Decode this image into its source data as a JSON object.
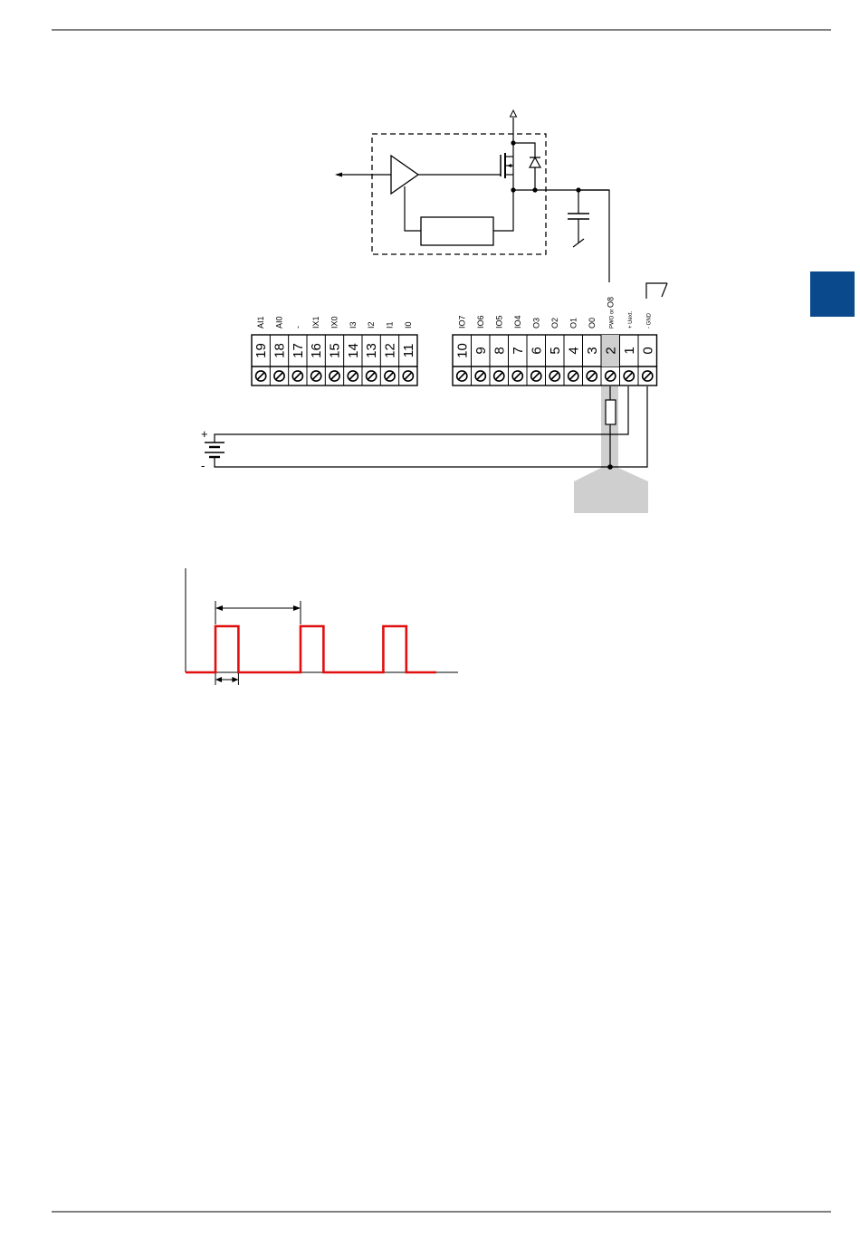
{
  "colors": {
    "accent_tab": "#0a4a8c",
    "pulse": "#e01010",
    "highlight": "#cfcfcf",
    "line": "#000000"
  },
  "terminal_block_left": {
    "numbers": [
      "19",
      "18",
      "17",
      "16",
      "15",
      "14",
      "13",
      "12",
      "11"
    ],
    "labels": [
      "AI1",
      "AI0",
      "-",
      "IX1",
      "IX0",
      "I3",
      "I2",
      "I1",
      "I0"
    ]
  },
  "terminal_block_right": {
    "numbers": [
      "10",
      "9",
      "8",
      "7",
      "6",
      "5",
      "4",
      "3",
      "2",
      "1",
      "0"
    ],
    "labels": [
      "IO7",
      "IO6",
      "IO5",
      "IO4",
      "O3",
      "O2",
      "O1",
      "O0",
      "O8",
      "Uext.",
      "GND"
    ],
    "label_prefixes": [
      "",
      "",
      "",
      "",
      "",
      "",
      "",
      "",
      "PWO or",
      "+",
      "-"
    ]
  },
  "battery": {
    "plus_sign": "+",
    "minus_sign": "-"
  },
  "pulse_chart": {
    "pulses": [
      {
        "start": 0.0,
        "width": 1.0
      },
      {
        "start": 3.7,
        "width": 1.0
      },
      {
        "start": 7.3,
        "width": 1.0
      }
    ],
    "period_units": 3.7,
    "axis_end_units": 11.8
  }
}
